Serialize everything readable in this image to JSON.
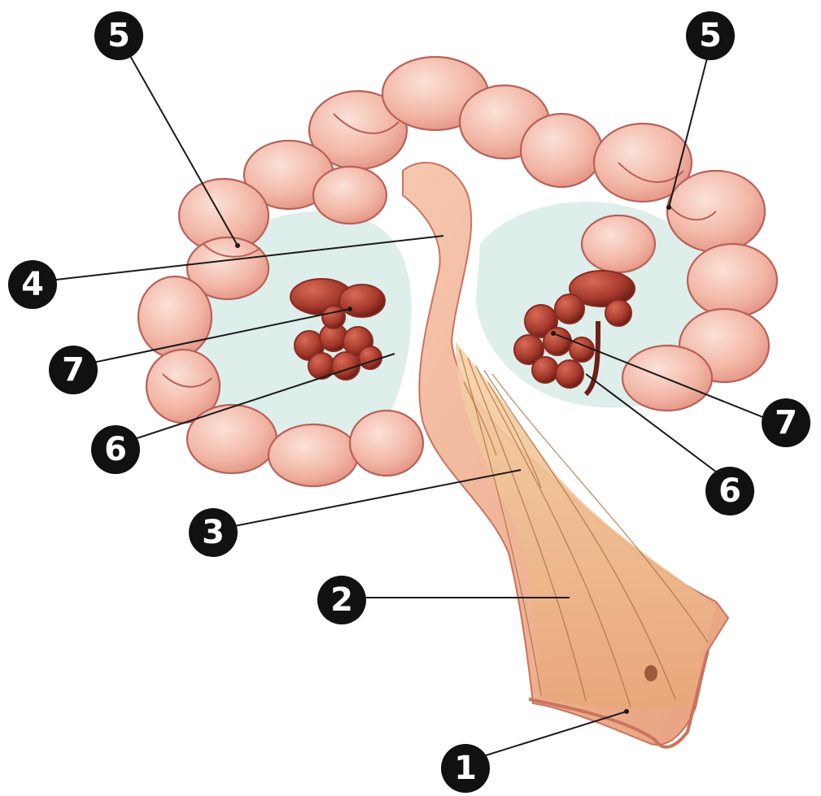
{
  "diagram": {
    "labels": [
      {
        "id": "label-1",
        "text": "1"
      },
      {
        "id": "label-2",
        "text": "2"
      },
      {
        "id": "label-3",
        "text": "3"
      },
      {
        "id": "label-4",
        "text": "4"
      },
      {
        "id": "label-5-left",
        "text": "5"
      },
      {
        "id": "label-5-right",
        "text": "5"
      },
      {
        "id": "label-6-left",
        "text": "6"
      },
      {
        "id": "label-6-right",
        "text": "6"
      },
      {
        "id": "label-7-left",
        "text": "7"
      },
      {
        "id": "label-7-right",
        "text": "7"
      }
    ],
    "colors": {
      "background": "#ffffff",
      "tissue": "#f4c0b0",
      "tissue_shade": "#e58f7e",
      "white_matter": "#cfe6e2",
      "vessel_cluster": "#a8382c",
      "stalk": "#f3b697",
      "marker": "#111111"
    }
  }
}
